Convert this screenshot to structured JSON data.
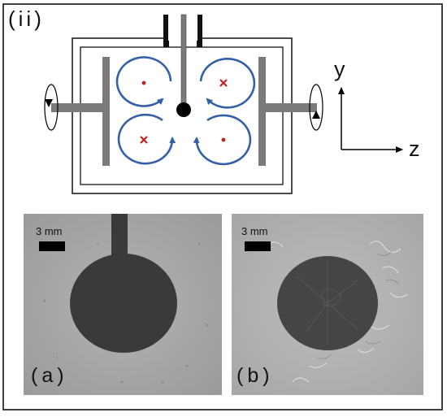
{
  "figure": {
    "panel_label": "(ii)",
    "axes": {
      "y_label": "y",
      "z_label": "z"
    },
    "photos": [
      {
        "panel": "(a)",
        "scale_label": "3 mm"
      },
      {
        "panel": "(b)",
        "scale_label": "3 mm"
      }
    ],
    "colors": {
      "vortex_arrow": "#3460a8",
      "marker_red": "#c42020",
      "electrode_gray": "#7a7a7a",
      "photo_bg_a": "#a9a9a9",
      "photo_bg_b": "#b3b3b3",
      "droplet": "#3a3a3a"
    },
    "markers": [
      "dot",
      "cross",
      "cross",
      "dot"
    ]
  }
}
